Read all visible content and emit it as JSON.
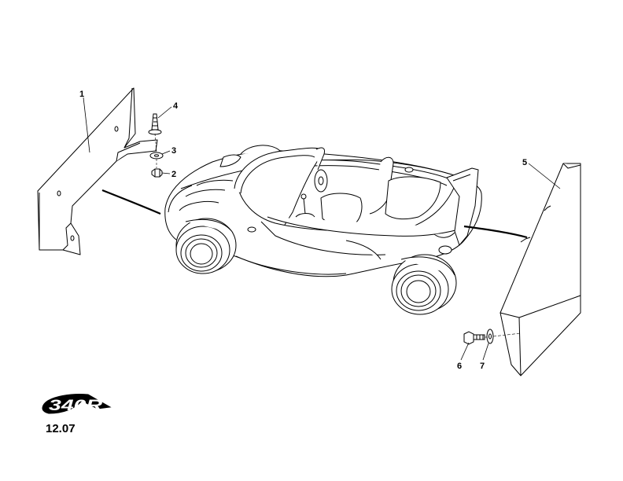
{
  "diagram": {
    "callouts": [
      "1",
      "2",
      "3",
      "4",
      "5",
      "6",
      "7"
    ],
    "page_reference": "12.07",
    "logo": {
      "text": "340R",
      "color": "#000000"
    },
    "line_color": "#000000",
    "background": "#ffffff"
  }
}
